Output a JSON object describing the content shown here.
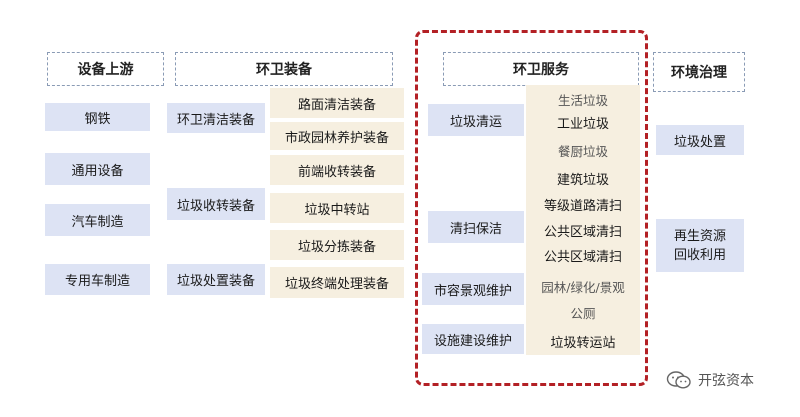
{
  "headers": {
    "upstream": "设备上游",
    "equipment": "环卫装备",
    "services": "环卫服务",
    "env": "环境治理"
  },
  "upstream": [
    "钢铁",
    "通用设备",
    "汽车制造",
    "专用车制造"
  ],
  "equipment_groups": [
    "环卫清洁装备",
    "垃圾收转装备",
    "垃圾处置装备"
  ],
  "equipment_items": [
    "路面清洁装备",
    "市政园林养护装备",
    "前端收转装备",
    "垃圾中转站",
    "垃圾分拣装备",
    "垃圾终端处理装备"
  ],
  "service_groups": [
    "垃圾清运",
    "清扫保洁",
    "市容景观维护",
    "设施建设维护"
  ],
  "service_items": [
    "生活垃圾",
    "工业垃圾",
    "餐厨垃圾",
    "建筑垃圾",
    "等级道路清扫",
    "公共区域清扫",
    "公共区域清扫",
    "园林/绿化/景观",
    "公厕",
    "垃圾转运站"
  ],
  "env_items": [
    "垃圾处置",
    "再生资源",
    "回收利用"
  ],
  "watermark": "开弦资本"
}
